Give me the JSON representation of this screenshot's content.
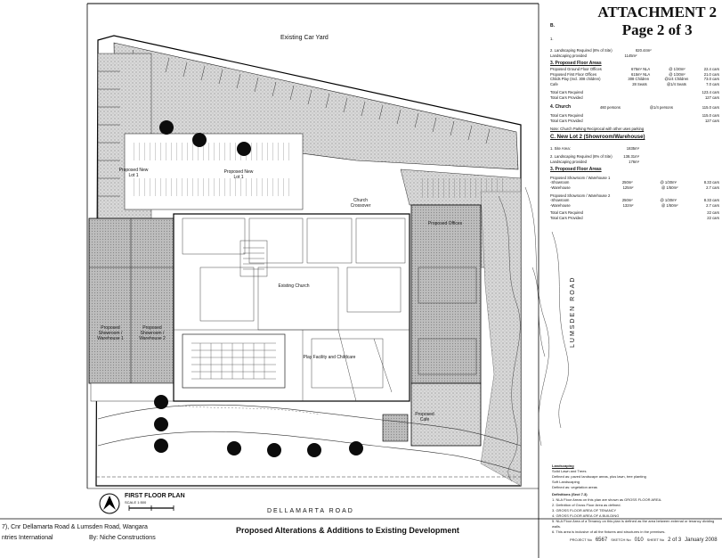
{
  "attachment": {
    "line1": "ATTACHMENT 2",
    "line2": "Page 2 of 3"
  },
  "plan": {
    "existing_car_yard": "Existing Car Yard",
    "road_south": "DELLAMARTA ROAD",
    "road_east": "LUMSDEN ROAD",
    "first_floor_plan": "FIRST FLOOR PLAN",
    "scale_text": "SCALE 1:500",
    "lot1": "Proposed New Lot 1",
    "lot1b": "Proposed New Lot 1",
    "church_label": "Existing Church",
    "play_label": "Play Facility and Childcare",
    "showroom": "Proposed Showroom / Warehouse 1",
    "showroom2": "Proposed Showroom / Warehouse 2",
    "offices": "Proposed Offices",
    "cafe": "Proposed Cafe",
    "crossover": "Church Crossover"
  },
  "schedule": {
    "heading_b": "B.",
    "item1": "1.",
    "lines_top": [
      {
        "label": "2. Landscaping Required (8% of Site)",
        "v1": "820.44m²",
        "v2": ""
      },
      {
        "label": "Landscaping provided",
        "v1": "1145m²",
        "v2": ""
      }
    ],
    "floor_heading": "3. Proposed Floor Areas",
    "floor_rows": [
      {
        "label": "Proposed Ground Floor Offices",
        "a": "675m² NLA",
        "b": "@ 1/30m²",
        "c": "22.4 cars"
      },
      {
        "label": "Proposed First Floor Offices",
        "a": "615m² NLA",
        "b": "@ 1/30m²",
        "c": "21.0 cars"
      },
      {
        "label": "Childs Play (Incl. 308 children)",
        "a": "308 Children",
        "b": "@1/4 Children",
        "c": "73.0 cars"
      },
      {
        "label": "Cafe",
        "a": "28 Seats",
        "b": "@1/4 Seats",
        "c": "7.0 cars"
      }
    ],
    "totals1": [
      {
        "label": "Total Cars Required",
        "c": "123.4 cars"
      },
      {
        "label": "Total Cars Provided",
        "c": "127 cars"
      }
    ],
    "church": {
      "label": "4. Church",
      "a": "460 persons",
      "b": "@1/4 persons",
      "c": "115.0 cars"
    },
    "totals2": [
      {
        "label": "Total Cars Required",
        "c": "115.0 cars"
      },
      {
        "label": "Total Cars Provided",
        "c": "127 cars"
      }
    ],
    "church_note": "Note: Church Parking Reciprocal with other uses parking",
    "section_c": "C. New Lot 2 (Showroom/Warehouse)",
    "site_area": {
      "label": "1. Site Area:",
      "v": "1835m²"
    },
    "land_req": [
      {
        "label": "2. Landscaping Required (8% of Site)",
        "v": "138.31m²"
      },
      {
        "label": "Landscaping provided",
        "v": "176m²"
      }
    ],
    "floor2_heading": "3. Proposed Floor Areas",
    "sw1_heading": "Proposed Showroom / Warehouse 1",
    "sw1": [
      {
        "label": "-Showroom",
        "a": "250m²",
        "b": "@ 1/30m²",
        "c": "8.33 cars"
      },
      {
        "label": "-Warehouse",
        "a": "125m²",
        "b": "@ 1/50m²",
        "c": "2.7 cars"
      }
    ],
    "sw2_heading": "Proposed Showroom / Warehouse 2",
    "sw2": [
      {
        "label": "-Showroom",
        "a": "250m²",
        "b": "@ 1/30m²",
        "c": "8.33 cars"
      },
      {
        "label": "-Warehouse",
        "a": "132m²",
        "b": "@ 1/50m²",
        "c": "2.7 cars"
      }
    ],
    "totals3": [
      {
        "label": "Total Cars Required",
        "c": "22 cars"
      },
      {
        "label": "Total Cars Provided",
        "c": "22 cars"
      }
    ]
  },
  "legend": {
    "heading": "Landscaping",
    "lines": [
      "Solid Lawn and Trees",
      "Defined as: paved landscape areas, plus lawn, tree planting",
      "Soft Landscaping",
      "Defined as: vegetation areas"
    ],
    "defs_heading": "Definitions (Sect 7.3)",
    "defs": [
      "1. NLA Floor Areas on this plan are shown as GROSS FLOOR AREA.",
      "2. Definition of Gross Floor Area as defined.",
      "3. GROSS FLOOR AREA OF TENANCY",
      "4. GROSS FLOOR AREA OF A BUILDING",
      "5. NLA Floor Area of a Tenancy on this plan is defined as the area between external or tenancy dividing walls.",
      "6. This area is inclusive of all the fixtures and structures in the premises."
    ]
  },
  "footer": {
    "address": "7), Cnr Dellamarta Road & Lumsden Road, Wangara",
    "client": "ntries International",
    "by": "By: Niche Constructions",
    "title": "Proposed Alterations & Additions to Existing Development",
    "project_label": "PROJECT No",
    "project_no": "6567",
    "sketch_label": "SKETCH No",
    "sketch_no": "010",
    "sheet_label": "SHEET No",
    "sheet_no": "2 of 3",
    "date": "January 2008"
  }
}
